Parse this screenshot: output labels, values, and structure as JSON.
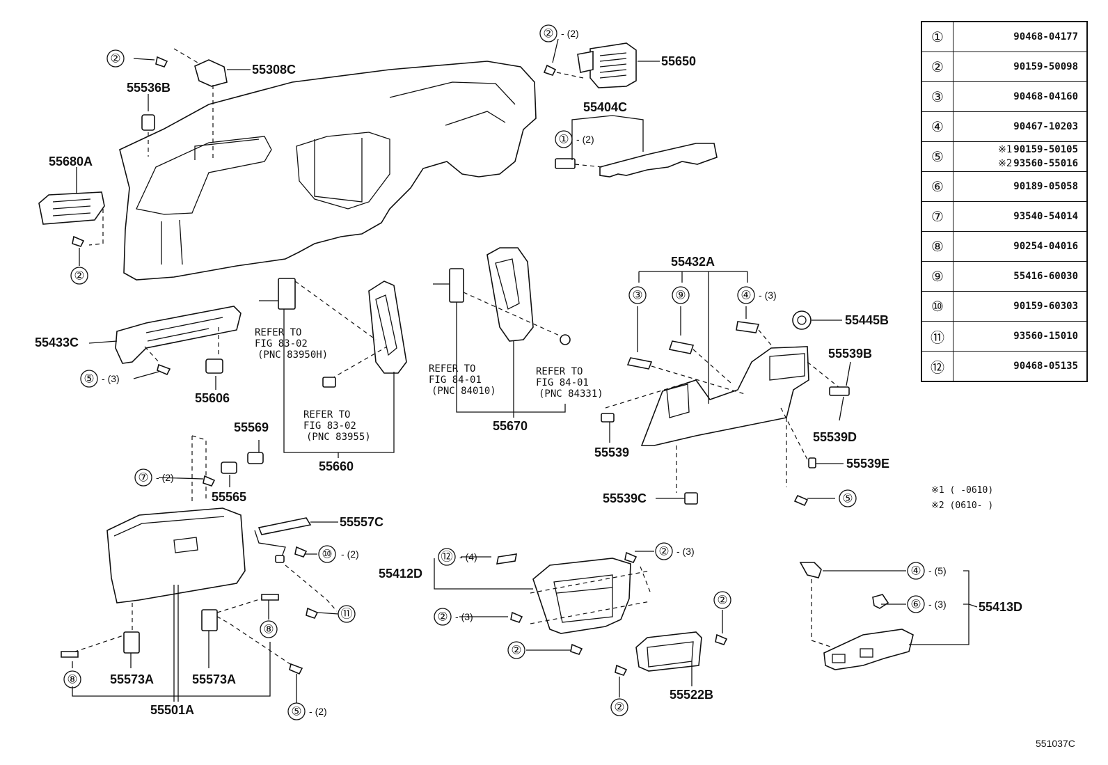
{
  "legend": [
    {
      "key": "①",
      "values": [
        "90468-04177"
      ]
    },
    {
      "key": "②",
      "values": [
        "90159-50098"
      ]
    },
    {
      "key": "③",
      "values": [
        "90468-04160"
      ]
    },
    {
      "key": "④",
      "values": [
        "90467-10203"
      ]
    },
    {
      "key": "⑤",
      "values": [
        "90159-50105",
        "93560-55016"
      ],
      "marks": [
        "※1",
        "※2"
      ]
    },
    {
      "key": "⑥",
      "values": [
        "90189-05058"
      ]
    },
    {
      "key": "⑦",
      "values": [
        "93540-54014"
      ]
    },
    {
      "key": "⑧",
      "values": [
        "90254-04016"
      ]
    },
    {
      "key": "⑨",
      "values": [
        "55416-60030"
      ]
    },
    {
      "key": "⑩",
      "values": [
        "90159-60303"
      ]
    },
    {
      "key": "⑪",
      "values": [
        "93560-15010"
      ]
    },
    {
      "key": "⑫",
      "values": [
        "90468-05135"
      ]
    }
  ],
  "footnotes": [
    "※1 (      -0610)",
    "※2 (0610-      )"
  ],
  "diagram_code": "551037C",
  "parts": {
    "p55308C": "55308C",
    "p55536B": "55536B",
    "p55680A": "55680A",
    "p55650": "55650",
    "p55404C": "55404C",
    "p55433C": "55433C",
    "p55606": "55606",
    "p55660": "55660",
    "p55670": "55670",
    "p55432A": "55432A",
    "p55445B": "55445B",
    "p55539B": "55539B",
    "p55539": "55539",
    "p55539D": "55539D",
    "p55539E": "55539E",
    "p55539C": "55539C",
    "p55569": "55569",
    "p55565": "55565",
    "p55557C": "55557C",
    "p55412D": "55412D",
    "p55413D": "55413D",
    "p55522B": "55522B",
    "p55573A": "55573A",
    "p55573A_2": "55573A",
    "p55501A": "55501A"
  },
  "refer": {
    "r1": [
      "REFER TO",
      "FIG 83-02",
      "(PNC 83950H)"
    ],
    "r2": [
      "REFER TO",
      "FIG 83-02",
      "(PNC 83955)"
    ],
    "r3": [
      "REFER TO",
      "FIG 84-01",
      "(PNC 84010)"
    ],
    "r4": [
      "REFER TO",
      "FIG 84-01",
      "(PNC 84331)"
    ]
  },
  "callouts": {
    "c1": "②",
    "c2": "②",
    "c3": "①",
    "c4": "②",
    "c5": "⑤",
    "c6": "⑦",
    "c7": "⑧",
    "c8": "⑧",
    "c9": "⑤",
    "c10": "⑩",
    "c11": "⑪",
    "c12": "⑫",
    "c13": "②",
    "c14": "②",
    "c15": "②",
    "c16": "②",
    "c17": "②",
    "c18": "③",
    "c19": "⑨",
    "c20": "④",
    "c21": "⑤",
    "c22": "④",
    "c23": "⑥"
  },
  "quantities": {
    "q1": "(2)",
    "q2": "(2)",
    "q3": "(3)",
    "q4": "(2)",
    "q5": "(2)",
    "q6": "(2)",
    "q7": "(4)",
    "q8": "(3)",
    "q9": "(3)",
    "q10": "(3)",
    "q11": "(5)",
    "q12": "(3)"
  }
}
